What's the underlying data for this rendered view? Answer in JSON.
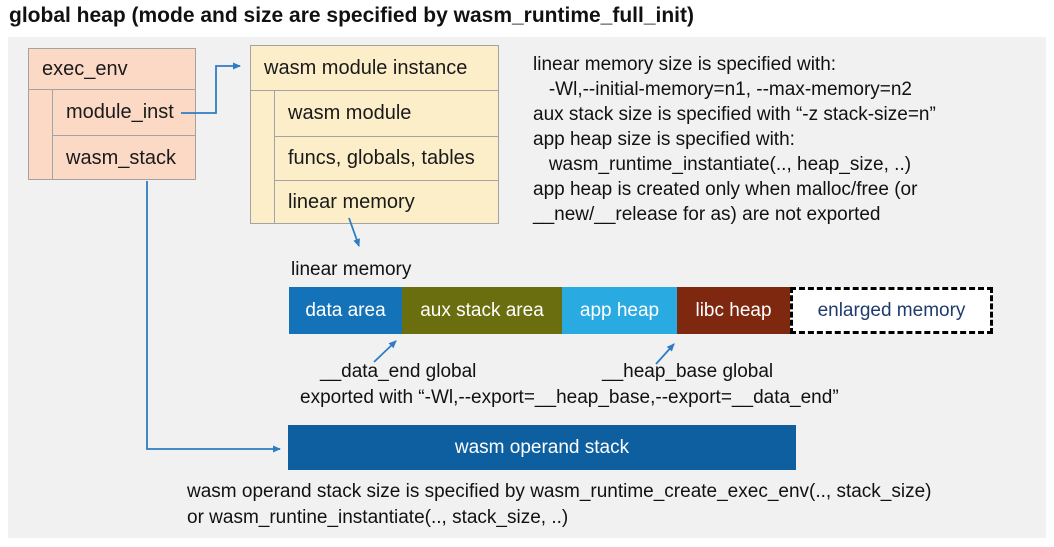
{
  "title": "global heap (mode and size are specified by wasm_runtime_full_init)",
  "colors": {
    "panel_bg": "#f1f1f2",
    "struct_pink": "#fcd9c5",
    "struct_cream": "#fdeeca",
    "struct_border": "#a3a3a3",
    "connector_blue": "#2e7cc4",
    "operand_stack_bg": "#0e5fa0",
    "enlarged_memory_text": "#1e3c6e"
  },
  "exec_env": {
    "header": "exec_env",
    "rows": [
      "module_inst",
      "wasm_stack"
    ]
  },
  "module_instance": {
    "header": "wasm module instance",
    "rows": [
      "wasm module",
      "funcs, globals, tables",
      "linear memory"
    ]
  },
  "linear_memory": {
    "label": "linear memory",
    "segments": [
      {
        "label": "data area",
        "bg": "#1473b8",
        "fg": "#ffffff"
      },
      {
        "label": "aux stack area",
        "bg": "#6b6e0e",
        "fg": "#ffffff"
      },
      {
        "label": "app heap",
        "bg": "#29abe2",
        "fg": "#ffffff"
      },
      {
        "label": "libc heap",
        "bg": "#7e2810",
        "fg": "#ffffff"
      },
      {
        "label": "enlarged memory",
        "bg": "#ffffff",
        "fg": "#1e3c6e",
        "border": "dashed"
      }
    ],
    "data_end_label": "__data_end global",
    "heap_base_label": "__heap_base global",
    "export_note": "exported with “-Wl,--export=__heap_base,--export=__data_end”"
  },
  "operand_stack": {
    "label": "wasm operand stack"
  },
  "notes_right": {
    "lines": [
      "linear memory size is specified with:",
      "   -Wl,--initial-memory=n1, --max-memory=n2",
      "aux stack size is specified with “-z stack-size=n”",
      "app heap size is specified with:",
      "   wasm_runtime_instantiate(.., heap_size, ..)",
      "app heap is created only when malloc/free (or",
      "__new/__release for as) are not exported"
    ]
  },
  "notes_bottom": {
    "lines": [
      "wasm operand stack size is specified by wasm_runtime_create_exec_env(.., stack_size)",
      "or wasm_runtine_instantiate(.., stack_size, ..)"
    ]
  }
}
